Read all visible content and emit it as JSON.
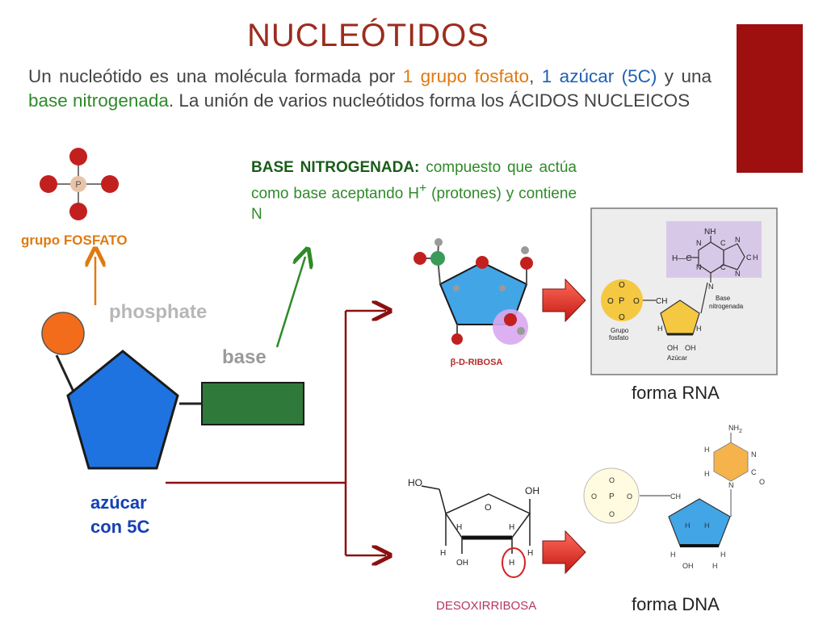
{
  "title": "NUCLEÓTIDOS",
  "colors": {
    "title": "#9b2d1f",
    "accent_bar": "#9e0f0f",
    "orange": "#e07a10",
    "green": "#2f8a2a",
    "blue": "#1540b5",
    "dark_red": "#8b1010"
  },
  "intro": {
    "t1": "Un nucleótido es una molécula formada por ",
    "t2": "1 grupo fosfato",
    "t3": ", ",
    "t4": "1 azúcar (5C)",
    "t5": " y una ",
    "t6": "base nitrogenada",
    "t7": ". La unión de varios nucleótidos forma los ÁCIDOS NUCLEICOS"
  },
  "base_def": {
    "label": "BASE NITROGENADA:",
    "text": " compuesto que actúa como base aceptando H",
    "sup": "+",
    "text2": " (protones) y contiene N"
  },
  "fosfato_label": "grupo FOSFATO",
  "phosphate_word": "phosphate",
  "base_word": "base",
  "azucar_label": {
    "line1": "azúcar",
    "line2": "con 5C"
  },
  "ribose_label": "β-D-RIBOSA",
  "desoxi_label": "DESOXIRRIBOSA",
  "forma_rna": "forma RNA",
  "forma_dna": "forma DNA",
  "rna_figure": {
    "nh": "NH",
    "h_c": "H—C",
    "n": "N",
    "c": "C",
    "h": "H",
    "o": "O",
    "p": "P",
    "ch": "CH",
    "oh": "OH",
    "base_text1": "Base",
    "base_text2": "nitrogenada",
    "grupo1": "Grupo",
    "grupo2": "fosfato",
    "azucar": "Azúcar"
  },
  "dna_figure": {
    "nh2": "NH",
    "sub2": "2",
    "n": "N",
    "c": "C",
    "h": "H",
    "o": "O",
    "p": "P",
    "ominus": "O",
    "ch2": "CH",
    "oh": "OH"
  },
  "desoxi_figure": {
    "ho": "HO",
    "oh": "OH",
    "o": "O",
    "h": "H"
  }
}
